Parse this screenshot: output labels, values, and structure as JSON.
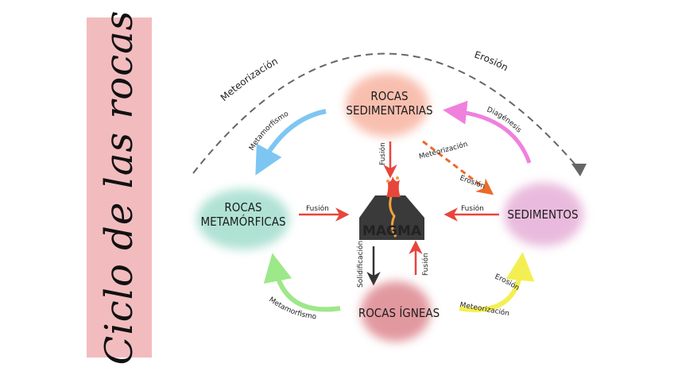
{
  "title": "Ciclo de las rocas",
  "nodes": {
    "sedimentarias": [
      "ROCAS",
      "SEDIMENTARIAS"
    ],
    "metamorficas": [
      "ROCAS",
      "METAMÓRFICAS"
    ],
    "sedimentos": "SEDIMENTOS",
    "igneas": "ROCAS ÍGNEAS",
    "magma": "MAGMA"
  },
  "labels": {
    "meteorizacion_top": "Meteorización",
    "erosion_top": "Erosión",
    "metamorfismo_top": "Metamorfismo",
    "diagenesis": "Diagénesis",
    "fusion_sed": "Fusión",
    "meteorizacion_mid": "Meteorización",
    "erosion_mid": "Erosión",
    "fusion_meta": "Fusión",
    "fusion_sedimentos": "Fusión",
    "solidificacion": "Solidificación",
    "fusion_igneas": "Fusión",
    "metamorfismo_bottom": "Metamorfismo",
    "erosion_bottom": "Erosión",
    "meteorizacion_bottom": "Meteorización"
  },
  "colors": {
    "title_band": "#f2bcbf",
    "sedimentarias_blob": "#f6a48e",
    "metamorficas_blob": "#8fd6c2",
    "sedimentos_blob": "#e2a4d2",
    "igneas_blob": "#cf5560",
    "magma_box": "#3a3a3a",
    "arrow_blue": "#7ec6f2",
    "arrow_pink": "#f080de",
    "arrow_green": "#9de889",
    "arrow_yellow": "#f3ef52",
    "arrow_red": "#e8453c",
    "arrow_orange": "#ec6a2a",
    "arrow_gray": "#666666"
  }
}
